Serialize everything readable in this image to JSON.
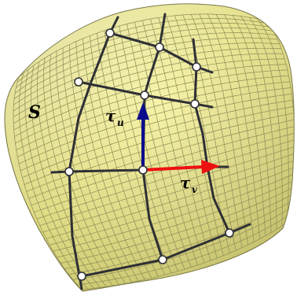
{
  "figure": {
    "surface_label": "S",
    "tau_u_main": "τ",
    "tau_u_sub": "u",
    "tau_v_main": "τ",
    "tau_v_sub": "v",
    "colors": {
      "surface_fill": "#f2ee8c",
      "surface_light": "#fbf8b8",
      "surface_shadow": "#c8c46a",
      "mesh_line": "#8e8c55",
      "grid_curve": "#2f3035",
      "node_fill": "#ffffff",
      "tau_u_arrow": "#0a0a8c",
      "tau_v_arrow": "#ee1111"
    }
  }
}
